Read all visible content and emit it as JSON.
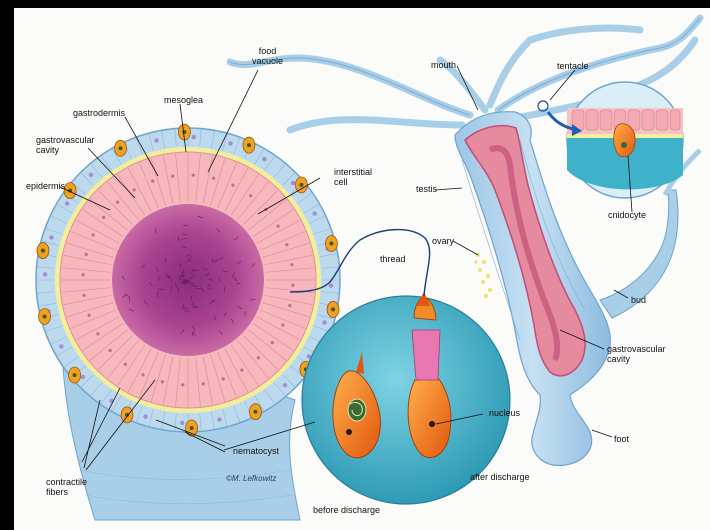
{
  "labels": {
    "food_vacuole": "food\nvacuole",
    "mesoglea": "mesoglea",
    "gastrodermis": "gastrodermis",
    "gastrovascular_cavity_left": "gastrovascular\ncavity",
    "epidermis": "epidermis",
    "interstitial_cell": "interstitial\ncell",
    "thread": "thread",
    "nematocyst": "nematocyst",
    "contractile_fibers": "contractile\nfibers",
    "before_discharge": "before discharge",
    "after_discharge": "after discharge",
    "nucleus": "nucleus",
    "mouth": "mouth",
    "tentacle": "tentacle",
    "testis": "testis",
    "ovary": "ovary",
    "cnidocyte": "cnidocyte",
    "bud": "bud",
    "gastrovascular_cavity_right": "gastrovascular\ncavity",
    "foot": "foot"
  },
  "signature": "©M. Lefkowitz",
  "colors": {
    "background": "#000000",
    "sheet": "#fbfbf9",
    "hydra_blue": "#a9cfe8",
    "hydra_blue_dark": "#6fa3cf",
    "gastrodermis_pink": "#f2a7b0",
    "cavity_purple": "#b04c96",
    "mesoglea_yellow": "#f2ef9a",
    "cnidocyte_orange": "#f07a1e",
    "lens_teal": "#3fb2c9"
  }
}
